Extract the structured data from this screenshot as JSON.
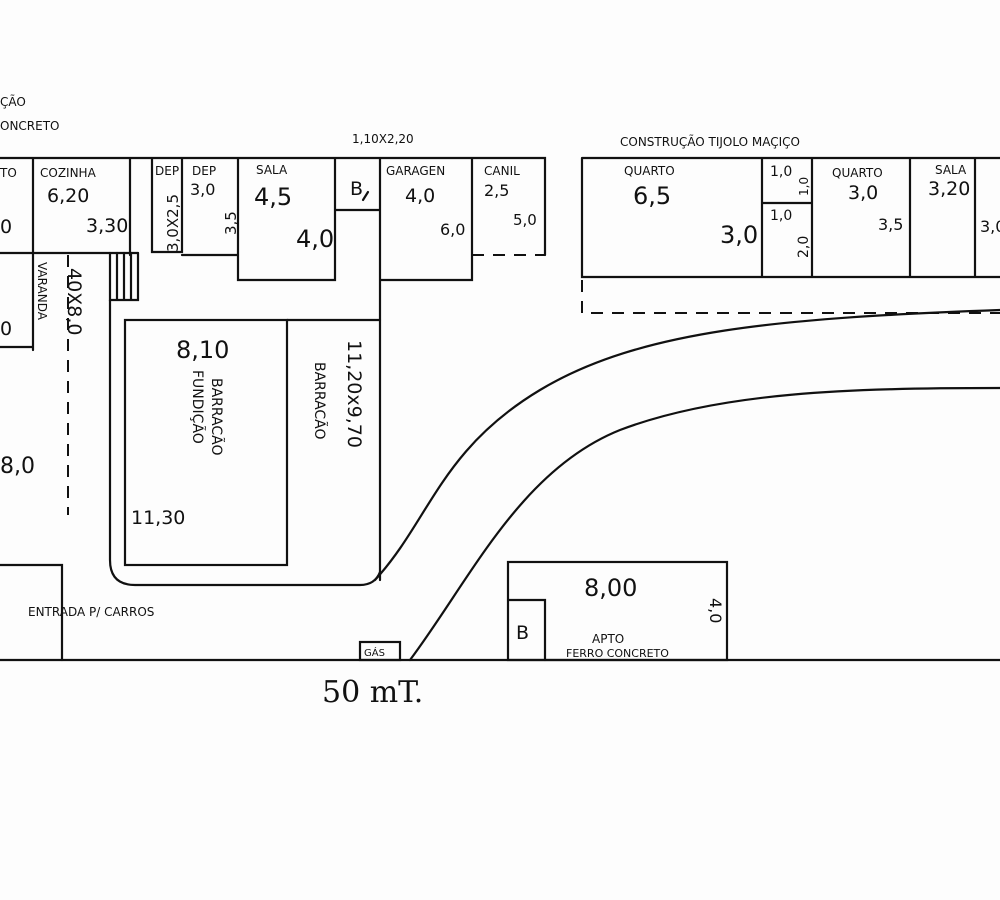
{
  "header_left": {
    "line1": "ÇÃO",
    "line2": "ONCRETO"
  },
  "header_right": "CONSTRUÇÃO TIJOLO MAÇIÇO",
  "door_size": "1,10X2,20",
  "rooms": {
    "quarto_left": {
      "label": "TO",
      "dim1": "0",
      "dim2": "0"
    },
    "cozinha": {
      "label": "COZINHA",
      "dim1": "6,20",
      "dim2": "3,30"
    },
    "varanda": {
      "label": "VARANDA",
      "dim": "40X8,0"
    },
    "dep1": {
      "label": "DEP",
      "dim": "3,0X2,5"
    },
    "dep2": {
      "label": "DEP",
      "dim1": "3,0",
      "dim2": "3,5"
    },
    "sala": {
      "label": "SALA",
      "dim1": "4,5",
      "dim2": "4,0"
    },
    "banheiro": {
      "label": "B"
    },
    "garagem": {
      "label": "GARAGEN",
      "dim1": "4,0",
      "dim2": "6,0"
    },
    "canil": {
      "label": "CANIL",
      "dim1": "2,5",
      "dim2": "5,0"
    },
    "quarto1": {
      "label": "QUARTO",
      "dim1": "6,5",
      "dim2": "3,0"
    },
    "small_a": {
      "dim1": "1,0",
      "dim2": "1,0"
    },
    "small_b": {
      "dim1": "1,0",
      "dim2": "2,0"
    },
    "quarto2": {
      "label": "QUARTO",
      "dim1": "3,0",
      "dim2": "3,5"
    },
    "sala2": {
      "label": "SALA",
      "dim1": "3,20",
      "dim2": "3,0"
    },
    "barracao_fundicao": {
      "label1": "BARRACÃO",
      "label2": "FUNDIÇÃO",
      "dim1": "8,10",
      "dim2": "11,30"
    },
    "barracao": {
      "label": "BARRACÃO",
      "dim": "11,20x9,70"
    },
    "left_area": {
      "dim": "8,0"
    },
    "apto": {
      "label1": "APTO",
      "label2": "FERRO CONCRETO",
      "dim1": "8,00",
      "dim2": "4,0",
      "bath": "B"
    }
  },
  "entrada": "ENTRADA P/ CARROS",
  "gas": "GÁS",
  "frontage": "50 mT."
}
